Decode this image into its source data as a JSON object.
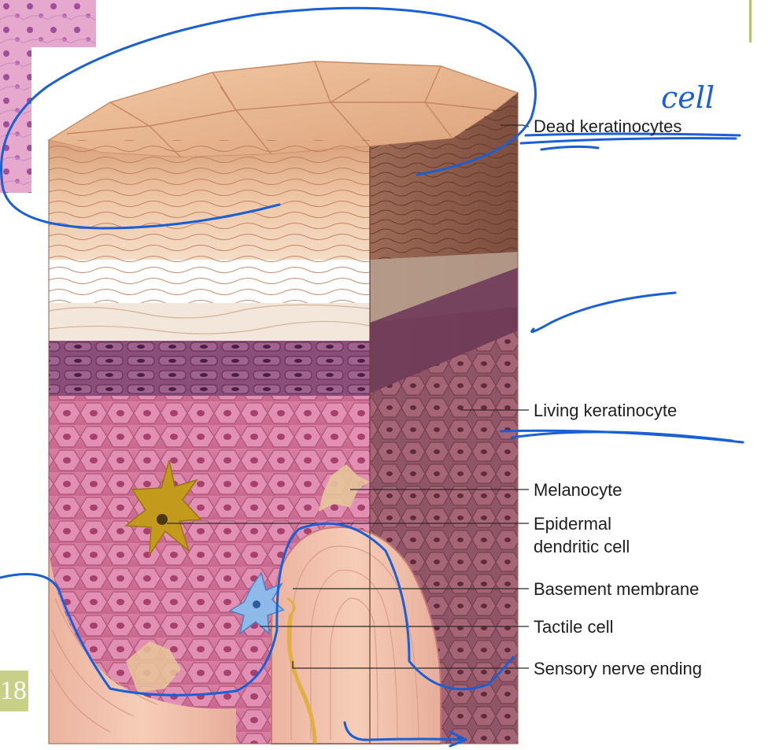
{
  "labels": {
    "dead_keratinocytes": "Dead keratinocytes",
    "living_keratinocyte": "Living keratinocyte",
    "melanocyte": "Melanocyte",
    "epidermal_dendritic_line1": "Epidermal",
    "epidermal_dendritic_line2": "dendritic cell",
    "basement_membrane": "Basement membrane",
    "tactile_cell": "Tactile cell",
    "sensory_nerve_ending": "Sensory nerve ending"
  },
  "annotations": {
    "handwritten_note": "cell"
  },
  "slide": {
    "page_number": "18"
  },
  "colors": {
    "annotation_ink": "#1a5fd6",
    "stratum_corneum": "#e9b892",
    "granulosum_band": "#8a4a78",
    "spinosum": "#d67fa4",
    "dermis": "#e8b0a0",
    "side_face": "#8f5a4a",
    "melanocyte": "#c49a1c",
    "tactile_cell": "#8fb9e8",
    "nerve": "#e0b040",
    "accent_bar": "#c8cf86"
  }
}
